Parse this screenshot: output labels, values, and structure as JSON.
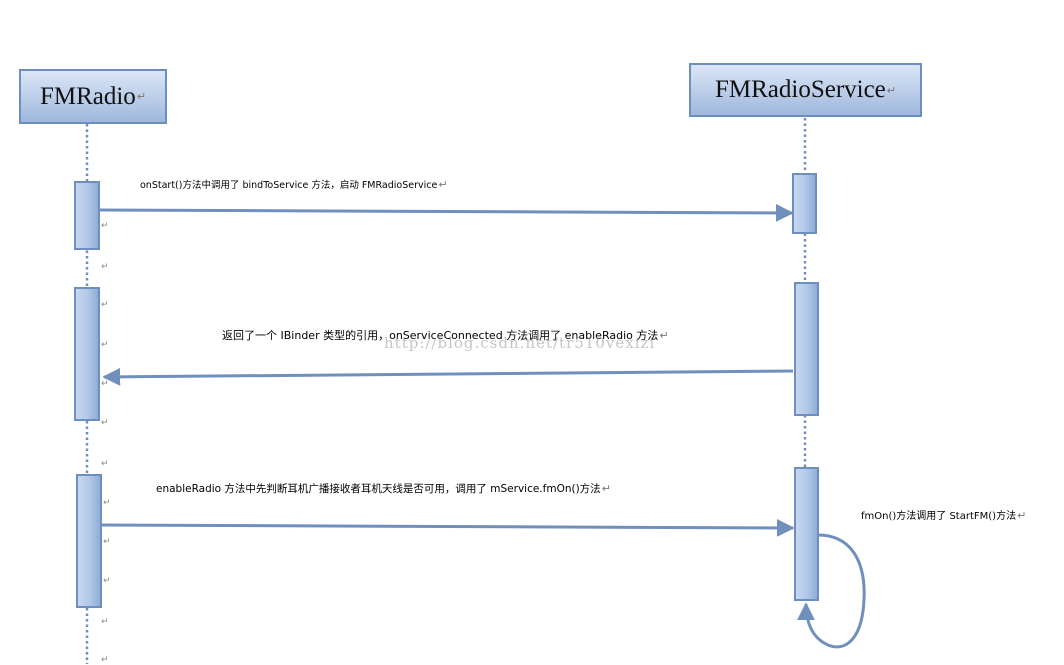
{
  "actors": {
    "left": {
      "name": "FMRadio"
    },
    "right": {
      "name": "FMRadioService"
    }
  },
  "messages": [
    {
      "id": "m1",
      "text": "onStart()方法中调用了 bindToService 方法，启动 FMRadioService",
      "direction": "right"
    },
    {
      "id": "m2",
      "text": "返回了一个 IBinder 类型的引用，onServiceConnected 方法调用了 enableRadio 方法",
      "direction": "left"
    },
    {
      "id": "m3",
      "text": "enableRadio 方法中先判断耳机广播接收者耳机天线是否可用，调用了 mService.fmOn()方法",
      "direction": "right"
    },
    {
      "id": "m4",
      "text": "fmOn()方法调用了 StartFM()方法",
      "direction": "self"
    }
  ],
  "watermark": "http://blog.csdn.net/tr510vexizi",
  "colors": {
    "lifeline": "#6d8fbf",
    "arrow": "#6f8fbd",
    "box_top": "#dbe6f6",
    "box_bottom": "#9fb8dd",
    "border": "#6d8fbf"
  }
}
